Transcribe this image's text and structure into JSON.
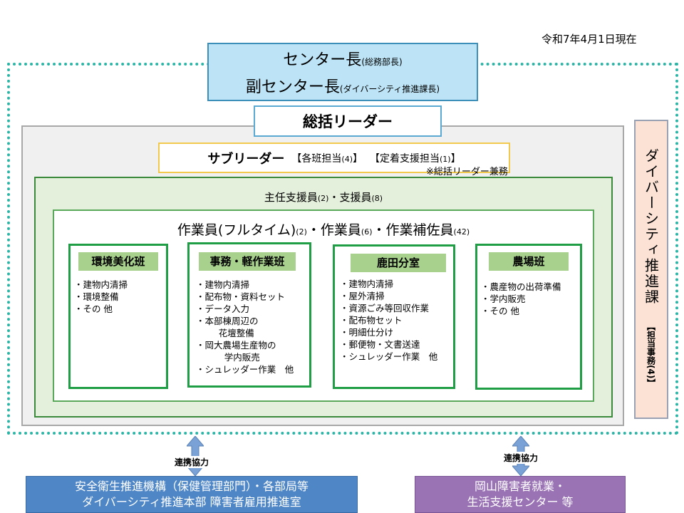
{
  "date_label": "令和7年4月1日現在",
  "director": {
    "center_head": "センター長",
    "center_head_note": "(総務部長)",
    "vice_head": "副センター長",
    "vice_head_note": "(ダイバーシティ推進課長)"
  },
  "general_leader": "総括リーダー",
  "sub_leader": {
    "title": "サブリーダー",
    "item1": "【各班担当",
    "item1_count": "(4)",
    "item1_end": "】",
    "item2": "【定着支援担当",
    "item2_count": "(1)",
    "item2_end": "】",
    "note": "※総括リーダー兼務"
  },
  "staff": {
    "chief": "主任支援員",
    "chief_count": "(2)",
    "sep": "・",
    "support": "支援員",
    "support_count": "(8)"
  },
  "workers": {
    "fulltime": "作業員(フルタイム)",
    "fulltime_count": "(2)",
    "sep1": "・",
    "worker": "作業員",
    "worker_count": "(6)",
    "sep2": "・",
    "assistant": "作業補佐員",
    "assistant_count": "(42)"
  },
  "teams": [
    {
      "name": "環境美化班",
      "tasks": [
        "・建物内清掃",
        "・環境整備",
        "・その 他"
      ]
    },
    {
      "name": "事務・軽作業班",
      "tasks": [
        "・建物内清掃",
        "・配布物・資料セット",
        "・データ入力",
        "・本部棟周辺の",
        "        花壇整備",
        "・岡大農場生産物の",
        "          学内販売",
        "・シュレッダー作業　他"
      ]
    },
    {
      "name": "鹿田分室",
      "tasks": [
        "・建物内清掃",
        "・屋外清掃",
        "・資源ごみ等回収作業",
        "・配布物セット",
        "・明細仕分け",
        "・郵便物・文書送達",
        "・シュレッダー作業　他"
      ]
    },
    {
      "name": "農場班",
      "tasks": [
        "・農産物の出荷準備",
        "・学内販売",
        "・その 他"
      ]
    }
  ],
  "diversity": {
    "title": "ダイバーシティ推進課",
    "sub": "【担当事務(4)】"
  },
  "cooperation_label": "連携協力",
  "external_left": {
    "line1": "安全衛生推進機構（保健管理部門）・各部局等",
    "line2": "ダイバーシティ推進本部 障害者雇用推進室"
  },
  "external_right": {
    "line1": "岡山障害者就業・",
    "line2": "生活支援センター 等"
  },
  "colors": {
    "dotted_frame": "#2cb5a6",
    "director_bg": "#bce4f6",
    "team_border": "#1f9e45",
    "team_title_bg": "#a9d18e",
    "diversity_bg": "#fbe2d5",
    "external_left_bg": "#4f86c6",
    "external_right_bg": "#9a73b5",
    "arrow": "#7aa2d6"
  }
}
